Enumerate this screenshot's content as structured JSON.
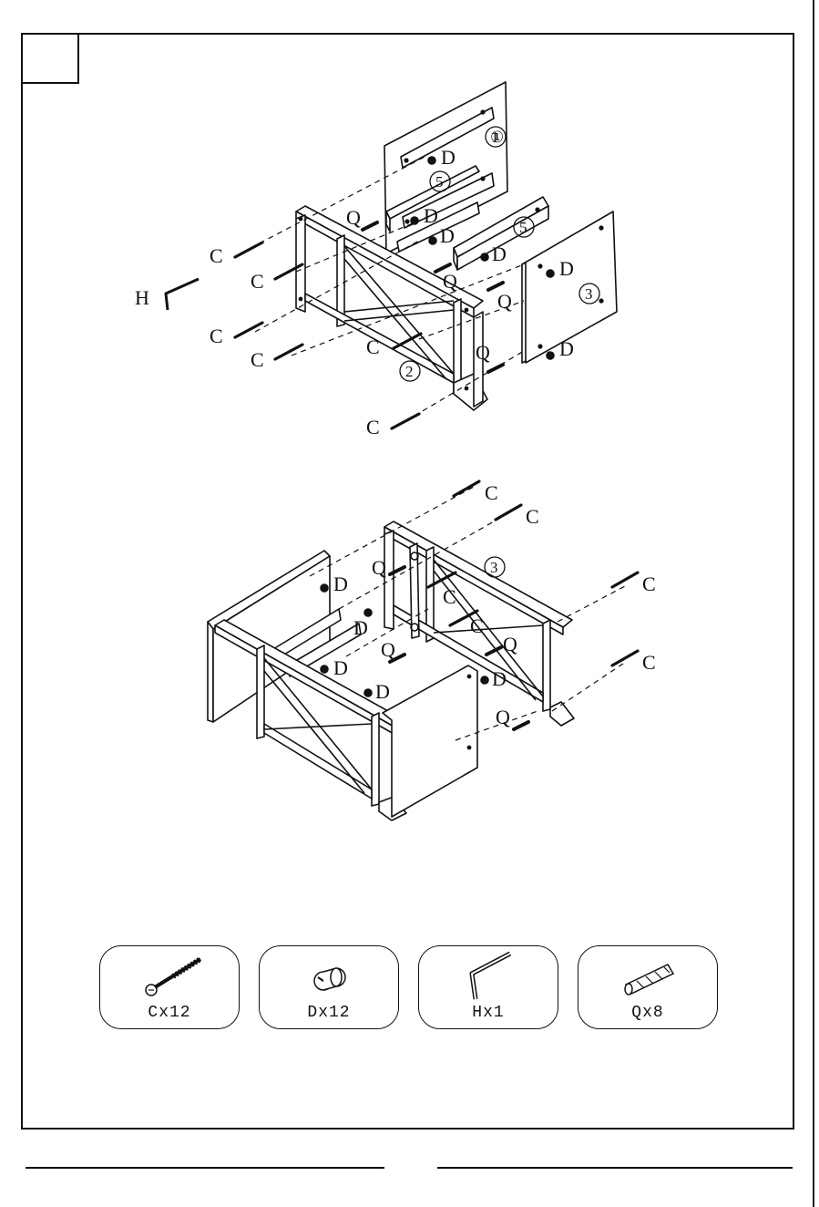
{
  "step_number": "",
  "top_view": {
    "part_numbers": [
      "①",
      "⑤",
      "⑤",
      "②",
      "③"
    ],
    "labels": {
      "C": "C",
      "D": "D",
      "Q": "Q",
      "H": "H"
    }
  },
  "bottom_view": {
    "part_numbers": [
      "③"
    ]
  },
  "hardware": [
    {
      "icon": "screw-c-icon",
      "caption": "Cx12"
    },
    {
      "icon": "cam-lock-d-icon",
      "caption": "Dx12"
    },
    {
      "icon": "allen-key-h-icon",
      "caption": "Hx1"
    },
    {
      "icon": "dowel-q-icon",
      "caption": "Qx8"
    }
  ]
}
